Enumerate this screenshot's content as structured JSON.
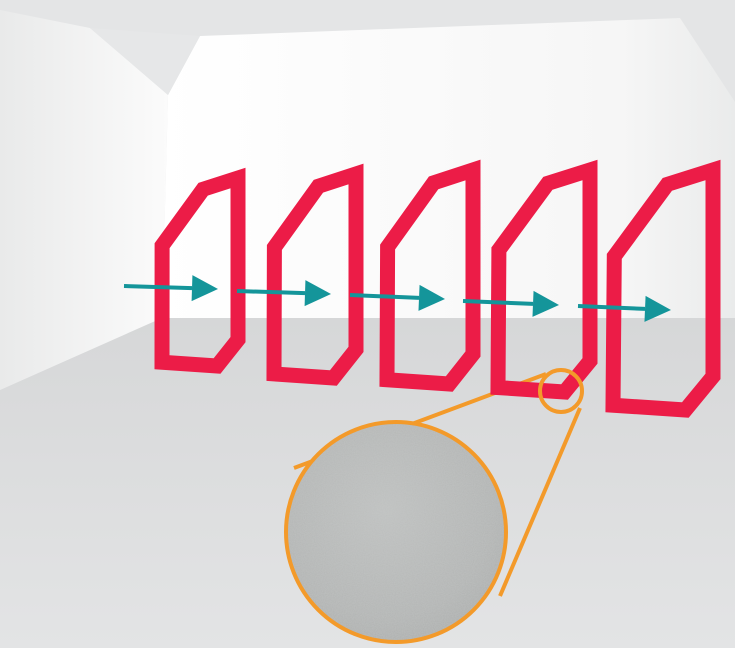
{
  "scene": {
    "description_text": "",
    "colors": {
      "background": "#e4e5e6",
      "floor": "#d9dadb",
      "wall_left": "#f1f1f1",
      "wall_back": "#f7f7f7",
      "frame": "#ec1c47",
      "arrow": "#14959a",
      "magnifier": "#f39a2a",
      "texture": "#b7b9b8"
    },
    "frames": [
      {
        "name": "frame-1"
      },
      {
        "name": "frame-2"
      },
      {
        "name": "frame-3"
      },
      {
        "name": "frame-4"
      },
      {
        "name": "frame-5"
      }
    ],
    "arrows": [
      {
        "name": "flow-arrow-1"
      },
      {
        "name": "flow-arrow-2"
      },
      {
        "name": "flow-arrow-3"
      },
      {
        "name": "flow-arrow-4"
      },
      {
        "name": "flow-arrow-5"
      }
    ],
    "magnifier": {
      "target_frame": "frame-4",
      "content": "concrete-texture"
    }
  }
}
